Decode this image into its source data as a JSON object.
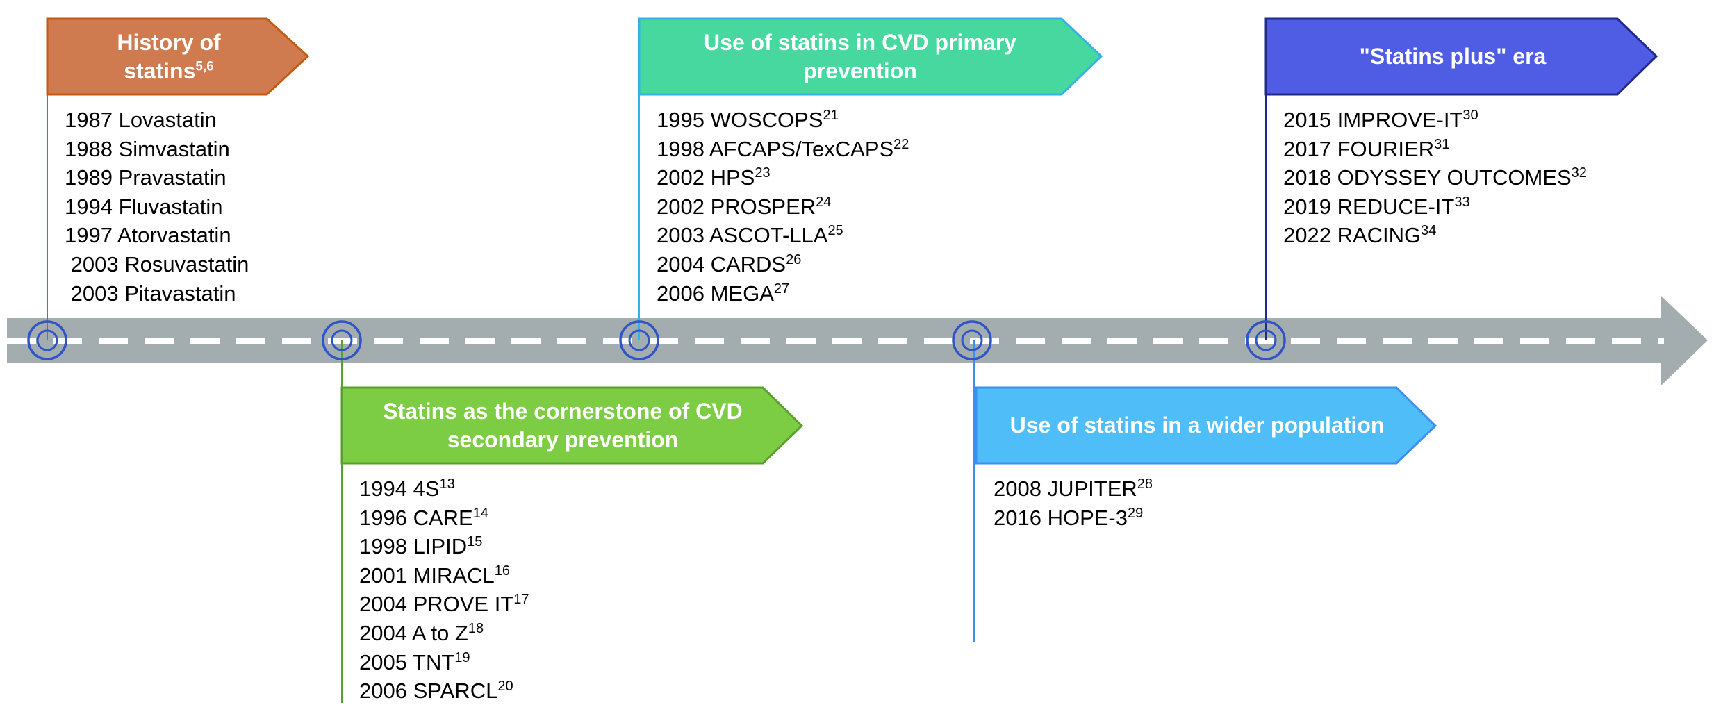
{
  "colors": {
    "road": "#a3acae",
    "dash": "#ffffff",
    "node": "#2e54c6",
    "orange_fill": "#cf7a4f",
    "orange_stroke": "#c55a11",
    "mint_fill": "#46d89f",
    "mint_stroke": "#33b2e6",
    "navy_fill": "#4f5de4",
    "navy_stroke": "#1f2a8a",
    "green_fill": "#7ccd43",
    "green_stroke": "#5aa02c",
    "sky_fill": "#4fbdf8",
    "sky_stroke": "#3b8ff0"
  },
  "events": [
    {
      "id": "history",
      "title_lines": [
        {
          "text": "History of",
          "sup": ""
        },
        {
          "text": "statins",
          "sup": "5,6"
        }
      ],
      "items": [
        {
          "text": "1987 Lovastatin",
          "sup": ""
        },
        {
          "text": "1988 Simvastatin",
          "sup": ""
        },
        {
          "text": "1989 Pravastatin",
          "sup": ""
        },
        {
          "text": "1994 Fluvastatin",
          "sup": ""
        },
        {
          "text": "1997 Atorvastatin",
          "sup": ""
        },
        {
          "text": " 2003 Rosuvastatin",
          "sup": ""
        },
        {
          "text": " 2003 Pitavastatin",
          "sup": ""
        }
      ]
    },
    {
      "id": "secondary",
      "title_lines": [
        {
          "text": "Statins as the cornerstone of CVD",
          "sup": ""
        },
        {
          "text": "secondary prevention",
          "sup": ""
        }
      ],
      "items": [
        {
          "text": "1994 4S",
          "sup": "13"
        },
        {
          "text": "1996 CARE",
          "sup": "14"
        },
        {
          "text": "1998 LIPID",
          "sup": "15"
        },
        {
          "text": "2001 MIRACL",
          "sup": "16"
        },
        {
          "text": "2004 PROVE IT",
          "sup": "17"
        },
        {
          "text": "2004 A to Z",
          "sup": "18"
        },
        {
          "text": "2005 TNT",
          "sup": "19"
        },
        {
          "text": "2006 SPARCL",
          "sup": "20"
        }
      ]
    },
    {
      "id": "primary",
      "title_lines": [
        {
          "text": "Use of statins in CVD primary",
          "sup": ""
        },
        {
          "text": "prevention",
          "sup": ""
        }
      ],
      "items": [
        {
          "text": "1995 WOSCOPS",
          "sup": "21"
        },
        {
          "text": "1998 AFCAPS/TexCAPS",
          "sup": "22"
        },
        {
          "text": "2002 HPS",
          "sup": "23"
        },
        {
          "text": "2002 PROSPER",
          "sup": "24"
        },
        {
          "text": "2003 ASCOT-LLA",
          "sup": "25"
        },
        {
          "text": "2004 CARDS",
          "sup": "26"
        },
        {
          "text": "2006 MEGA",
          "sup": "27"
        }
      ]
    },
    {
      "id": "wider",
      "title_lines": [
        {
          "text": "Use of statins in a wider population",
          "sup": ""
        }
      ],
      "items": [
        {
          "text": "2008 JUPITER",
          "sup": "28"
        },
        {
          "text": "2016 HOPE-3",
          "sup": "29"
        }
      ]
    },
    {
      "id": "plus",
      "title_lines": [
        {
          "text": "\"Statins plus\" era",
          "sup": ""
        }
      ],
      "items": [
        {
          "text": "2015 IMPROVE-IT",
          "sup": "30"
        },
        {
          "text": "2017 FOURIER",
          "sup": "31"
        },
        {
          "text": "2018 ODYSSEY OUTCOMES",
          "sup": "32"
        },
        {
          "text": "2019 REDUCE-IT",
          "sup": "33"
        },
        {
          "text": "2022 RACING",
          "sup": "34"
        }
      ]
    }
  ]
}
